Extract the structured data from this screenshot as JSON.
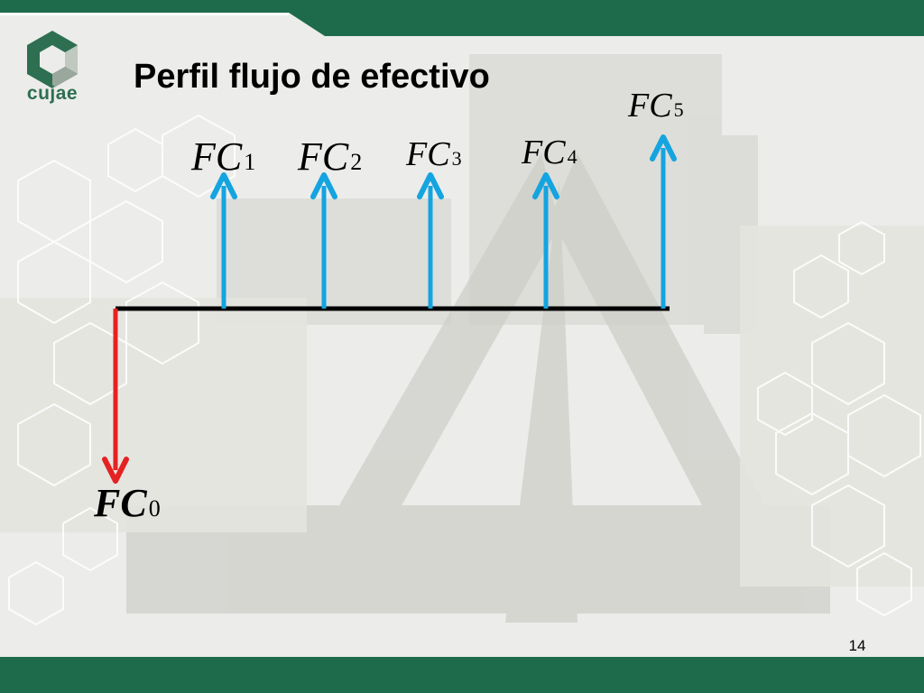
{
  "slide": {
    "title": "Perfil flujo de efectivo",
    "logo_text": "cujae",
    "page_number": "14",
    "colors": {
      "brand_green": "#1d6b4b",
      "inflow": "#14a4e0",
      "outflow": "#e52222",
      "timeline": "#000000"
    }
  },
  "cash_flows": {
    "outflow": {
      "base": "FC",
      "sub": "0"
    },
    "inflows": [
      {
        "base": "FC",
        "sub": "1"
      },
      {
        "base": "FC",
        "sub": "2"
      },
      {
        "base": "FC",
        "sub": "3"
      },
      {
        "base": "FC",
        "sub": "4"
      },
      {
        "base": "FC",
        "sub": "5"
      }
    ]
  }
}
